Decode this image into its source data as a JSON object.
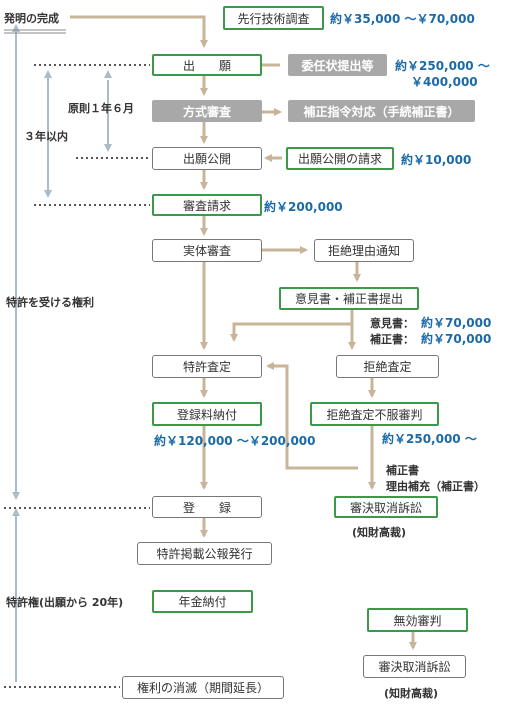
{
  "nodes": {
    "prior_search": "先行技術調査",
    "filing": "出　　願",
    "power_of_attorney": "委任状提出等",
    "formality_exam": "方式審査",
    "correction_order": "補正指令対応（手続補正書）",
    "publication": "出願公開",
    "publication_request": "出願公開の請求",
    "exam_request": "審査請求",
    "substantive_exam": "実体審査",
    "rejection_notice": "拒絶理由通知",
    "opinion_amendment": "意見書・補正書提出",
    "allowance": "特許査定",
    "rejection": "拒絶査定",
    "registration_fee": "登録料納付",
    "appeal": "拒絶査定不服審判",
    "registration": "登　　録",
    "gazette": "特許掲載公報発行",
    "annual_fee": "年金納付",
    "invalidation": "無効審判",
    "suit_1": "審決取消訴訟",
    "suit_2": "審決取消訴訟",
    "extinction": "権利の消滅（期間延長）"
  },
  "costs": {
    "prior_search": "約￥35,000 〜￥70,000",
    "power_of_attorney_1": "約￥250,000 〜",
    "power_of_attorney_2": "￥400,000",
    "publication_request": "約￥10,000",
    "exam_request": "約￥200,000",
    "opinion_label": "意見書：",
    "opinion_cost": "約￥70,000",
    "amend_label": "補正書：",
    "amend_cost": "約￥70,000",
    "registration_fee": "約￥120,000 〜￥200,000",
    "appeal": "約￥250,000 〜"
  },
  "labels": {
    "invention_complete": "発明の完成",
    "principle_period": "原則１年６月",
    "within_3_years": "３年以内",
    "right_to_patent": "特許を受ける権利",
    "patent_right": "特許権(出願から 20年)",
    "appeal_note_1": "補正書",
    "appeal_note_2": "理由補充（補正書）",
    "ip_court_1": "(知財高裁)",
    "ip_court_2": "(知財高裁)"
  },
  "colors": {
    "green": "#3a9a4a",
    "arrow": "#c8b498",
    "cost": "#1a6aa8",
    "bracket": "#a9bcca"
  }
}
